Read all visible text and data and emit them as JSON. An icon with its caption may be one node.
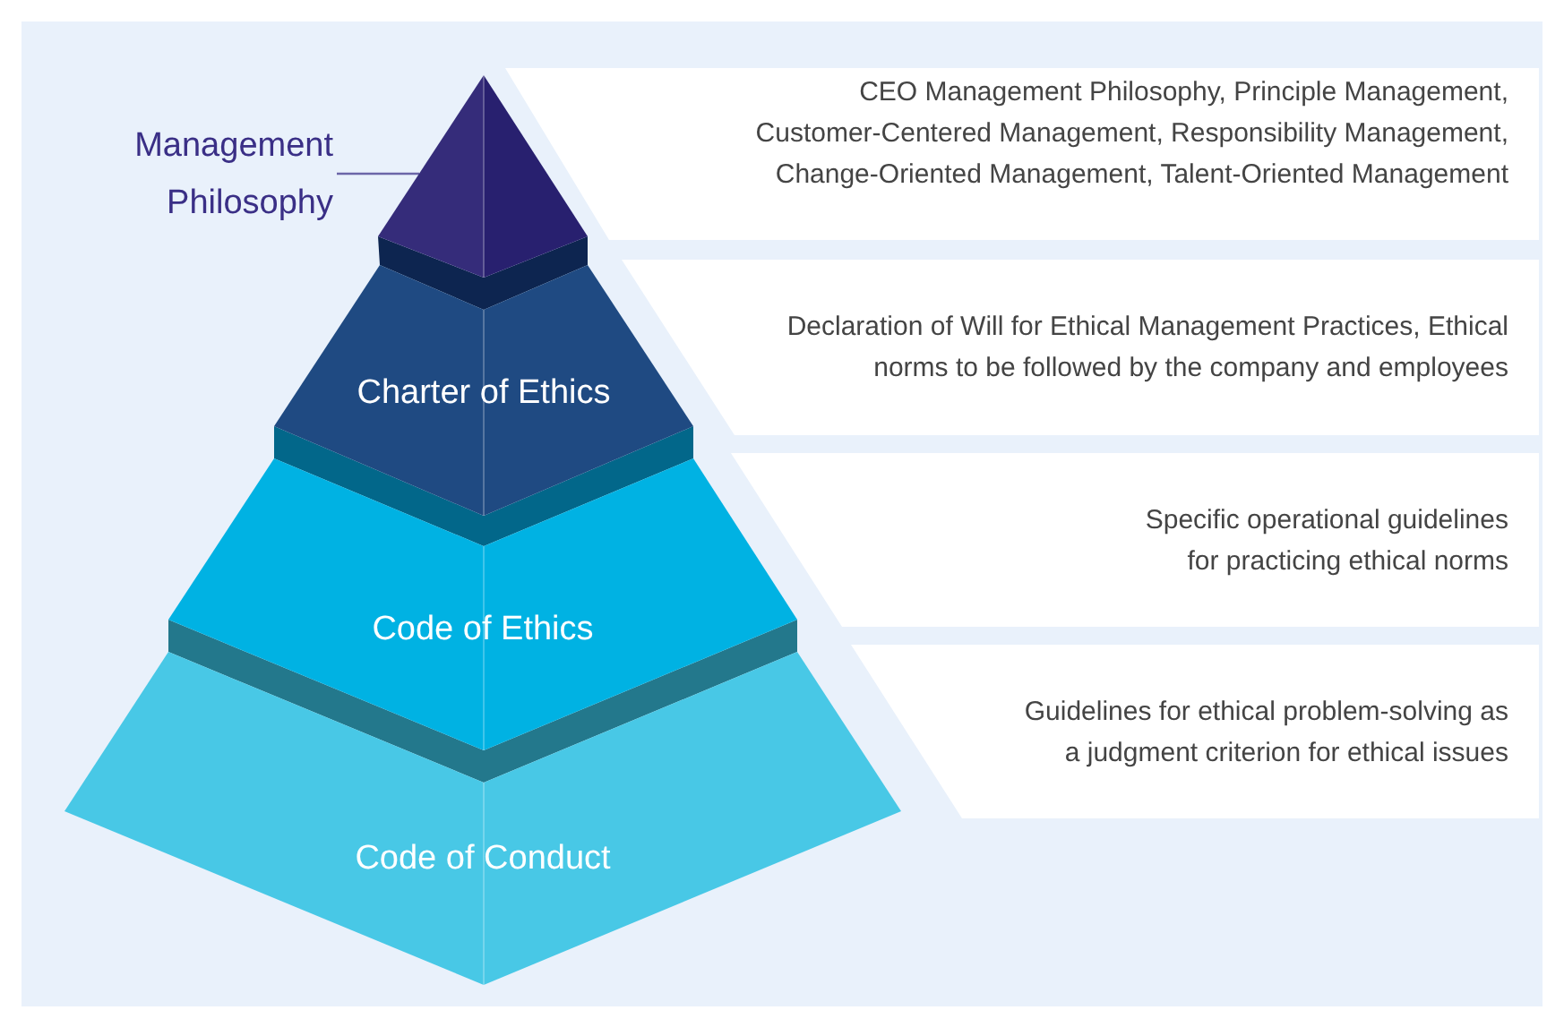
{
  "diagram": {
    "nodes": [
      {
        "text": [
          "Management Philosophy"
        ]
      },
      {
        "text": [],
        "shape": "triangle"
      },
      {
        "text": [
          "Charter of Ethics"
        ]
      },
      {
        "text": [
          "Code of Ethics"
        ]
      },
      {
        "text": [
          "Code of Conduct"
        ]
      },
      {
        "text": [
          "CEO Management Philosophy, Principle Management, Customer-Centered Management, Responsibility Management, Change-Oriented Management, Talent-Oriented Management"
        ]
      },
      {
        "text": [
          "Declaration of Will for Ethical Management Practices, Ethical norms to be followed by the company and employees"
        ]
      },
      {
        "text": [
          "Specific operational guidelines for practicing ethical norms"
        ]
      },
      {
        "text": [
          "Guidelines for ethical problem-solving as a judgment criterion for ethical issues"
        ]
      }
    ],
    "edges": [
      {
        "from": 0,
        "to": 1,
        "arrow": "none"
      }
    ]
  }
}
